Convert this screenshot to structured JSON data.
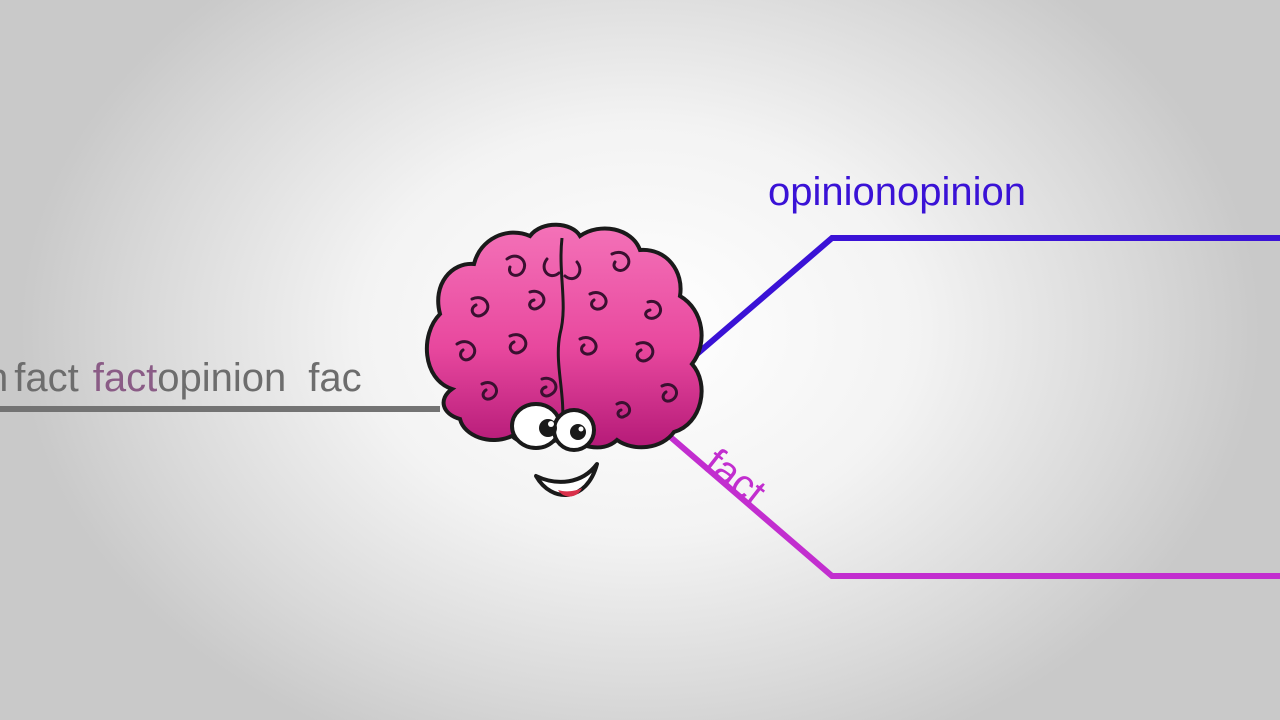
{
  "conveyor": {
    "words": [
      "n",
      "fact",
      "fact",
      "opinion",
      "fac"
    ],
    "colors": [
      "#6d6d6d",
      "#6d6d6d",
      "#8a5c86",
      "#6d6d6d",
      "#6d6d6d"
    ],
    "belt_color": "#737373"
  },
  "opinion_branch": {
    "label": "opinionopinion",
    "color": "#3a12d6"
  },
  "fact_branch": {
    "label": "fact",
    "color": "#c22ecf"
  },
  "icons": {
    "mascot": "cartoon-brain-icon"
  }
}
